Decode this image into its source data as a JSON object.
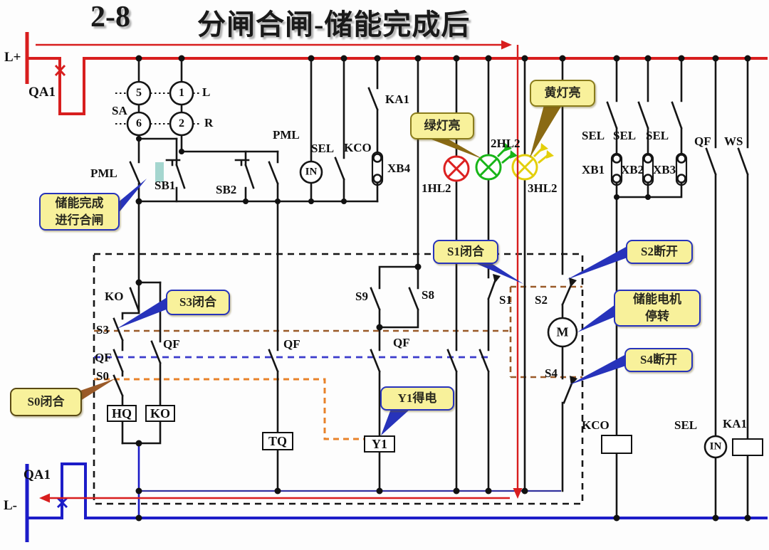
{
  "title": {
    "number": "2-8",
    "text": "分闸合闸-储能完成后"
  },
  "terminals": {
    "l_plus": "L+",
    "l_minus": "L-"
  },
  "labels": {
    "qa1_top": "QA1",
    "qa1_btm": "QA1",
    "sa": "SA",
    "c5": "5",
    "c1": "1",
    "c6": "6",
    "c2": "2",
    "pos_l": "L",
    "pos_r": "R",
    "pml1": "PML",
    "sb1": "SB1",
    "sb2": "SB2",
    "pml2": "PML",
    "sel_mid": "SEL",
    "kco_mid": "KCO",
    "ka1_mid": "KA1",
    "xb4": "XB4",
    "in_mid": "IN",
    "sel1": "SEL",
    "sel2": "SEL",
    "sel3": "SEL",
    "xb1": "XB1",
    "xb2": "XB2",
    "xb3": "XB3",
    "qf_tr": "QF",
    "ws": "WS",
    "ko_sw": "KO",
    "s3": "S3",
    "qf_a": "QF",
    "s0": "S0",
    "qf_b": "QF",
    "qf_c": "QF",
    "qf_d": "QF",
    "s9": "S9",
    "s8": "S8",
    "s1": "S1",
    "s2": "S2",
    "m": "M",
    "s4": "S4",
    "hq": "HQ",
    "ko_coil": "KO",
    "tq": "TQ",
    "y1": "Y1",
    "kco_btm": "KCO",
    "sel_btm": "SEL",
    "in_btm": "IN",
    "ka1_btm": "KA1"
  },
  "lamps": {
    "red": {
      "label": "1HL2",
      "lit": false
    },
    "green": {
      "label": "2HL2",
      "lit": true
    },
    "yellow": {
      "label": "3HL2",
      "lit": true
    }
  },
  "callouts": [
    {
      "id": "storage-done",
      "text": "储能完成\n进行合闸"
    },
    {
      "id": "s3-closed",
      "text": "S3闭合"
    },
    {
      "id": "s0-closed",
      "text": "S0闭合"
    },
    {
      "id": "green-lamp-on",
      "text": "绿灯亮"
    },
    {
      "id": "yellow-lamp-on",
      "text": "黄灯亮"
    },
    {
      "id": "s1-closed",
      "text": "S1闭合"
    },
    {
      "id": "s2-open",
      "text": "S2断开"
    },
    {
      "id": "motor-stop",
      "text": "储能电机\n停转"
    },
    {
      "id": "s4-open",
      "text": "S4断开"
    },
    {
      "id": "y1-energized",
      "text": "Y1得电"
    }
  ],
  "colors": {
    "bus_red": "#d81e1e",
    "bus_blue": "#1c1cc8",
    "thin_blue": "#33339e",
    "dash_orange": "#e8822a",
    "dash_brown": "#9a5a28",
    "dash_blue": "#3c3ccc",
    "callout_fill": "#f8f19b",
    "callout_blue": "#2733bb",
    "callout_olive": "#8a7c1c",
    "callout_dark": "#5a4a14",
    "lamp_red": "#dc2020",
    "lamp_green": "#17b517",
    "lamp_yellow": "#e3cf0a",
    "highlight_teal": "#a5d6cf",
    "wire_black": "#151515"
  }
}
